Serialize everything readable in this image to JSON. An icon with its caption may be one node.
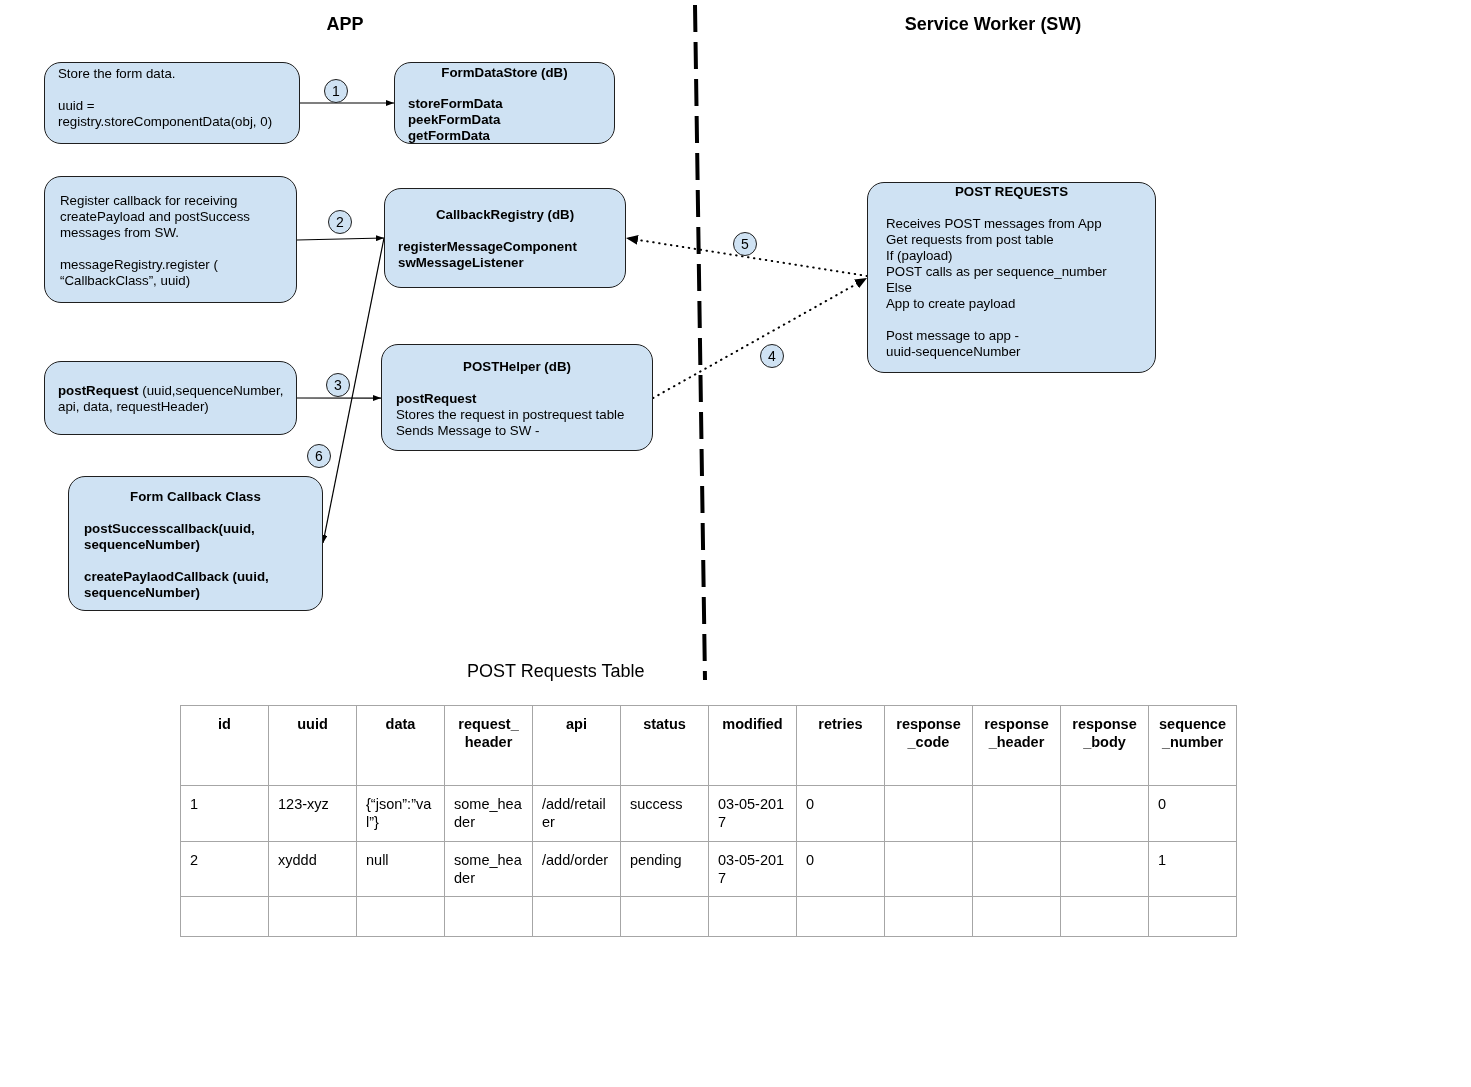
{
  "diagram": {
    "nodes": [
      {
        "text": [
          "Store the form data.",
          "uuid = registry.storeComponentData(obj, 0)"
        ]
      },
      {
        "text": [
          "FormDataStore (dB)",
          "storeFormData",
          "peekFormData",
          "getFormData"
        ]
      },
      {
        "text": [
          "Register callback for receiving createPayload and postSuccess messages from SW.",
          "messageRegistry.register ( “CallbackClass”, uuid)"
        ]
      },
      {
        "text": [
          "CallbackRegistry (dB)",
          "registerMessageComponent",
          "swMessageListener"
        ]
      },
      {
        "text": [
          "POST REQUESTS",
          "Receives POST messages from App",
          "Get requests from post table",
          "If (payload)",
          "POST calls as per sequence_number",
          "Else",
          "App to create payload",
          "Post message to app -",
          "uuid-sequenceNumber"
        ]
      },
      {
        "text": [
          "**postRequest** (uuid,sequenceNumber, api, data, requestHeader)"
        ]
      },
      {
        "text": [
          "POSTHelper (dB)",
          "postRequest",
          "Stores the request in postrequest table",
          "Sends Message to SW -"
        ]
      },
      {
        "text": [
          "Form Callback Class",
          "postSuccesscallback(uuid, sequenceNumber)",
          "createPaylaodCallback (uuid, sequenceNumber)"
        ]
      }
    ],
    "edges": [
      {
        "from": 0,
        "to": 1,
        "arrow": "to",
        "label": "1"
      },
      {
        "from": 2,
        "to": 3,
        "arrow": "to",
        "label": "2"
      },
      {
        "from": 5,
        "to": 6,
        "arrow": "to",
        "label": "3"
      },
      {
        "from": 6,
        "to": 4,
        "arrow": "to",
        "label": "4",
        "style": "dashed"
      },
      {
        "from": 4,
        "to": 3,
        "arrow": "to",
        "label": "5",
        "style": "dashed"
      },
      {
        "from": 3,
        "to": 7,
        "arrow": "to",
        "label": "6"
      }
    ],
    "labels": [
      "APP",
      "Service Worker (SW)",
      "POST Requests Table",
      "id",
      "uuid",
      "data",
      "request_header",
      "api",
      "status",
      "modified",
      "retries",
      "response_code",
      "response_header",
      "response_body",
      "sequence_number",
      "1",
      "123-xyz",
      "{“json”:”val”}",
      "some_header",
      "/add/retailer",
      "success",
      "03-05-2017",
      "0",
      "0",
      "2",
      "xyddd",
      "null",
      "some_header",
      "/add/order",
      "pending",
      "03-05-2017",
      "0",
      "1"
    ]
  }
}
